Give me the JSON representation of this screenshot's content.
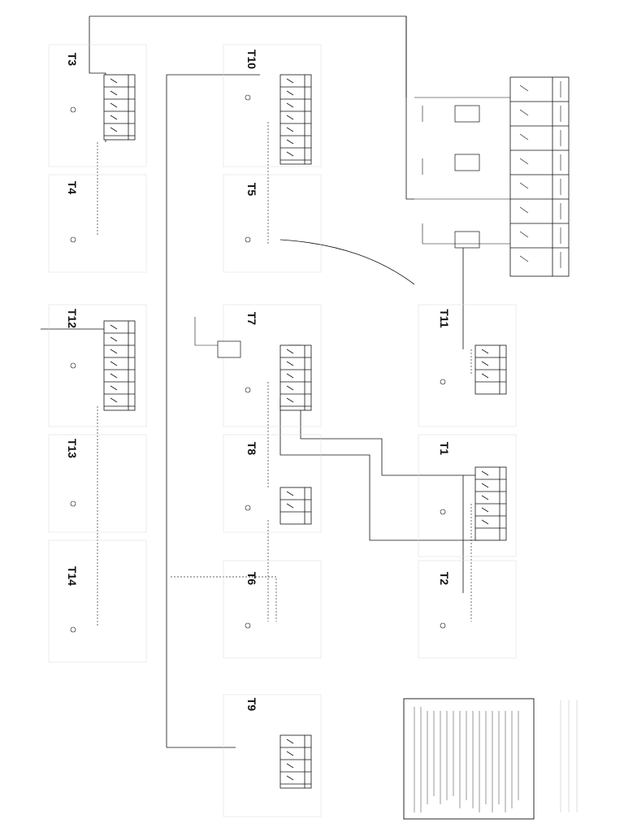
{
  "transformer_labels": [
    {
      "id": "t3",
      "label": "T3"
    },
    {
      "id": "t4",
      "label": "T4"
    },
    {
      "id": "t12",
      "label": "T12"
    },
    {
      "id": "t13",
      "label": "T13"
    },
    {
      "id": "t14",
      "label": "T14"
    },
    {
      "id": "t10",
      "label": "T10"
    },
    {
      "id": "t5",
      "label": "T5"
    },
    {
      "id": "t7",
      "label": "T7"
    },
    {
      "id": "t8",
      "label": "T8"
    },
    {
      "id": "t6",
      "label": "T6"
    },
    {
      "id": "t9",
      "label": "T9"
    },
    {
      "id": "t11",
      "label": "T11"
    },
    {
      "id": "t1",
      "label": "T1"
    },
    {
      "id": "t2",
      "label": "T2"
    }
  ],
  "colors": {
    "line": "#111111",
    "panel_fill": "#ffffff",
    "grid": "#cfcfcf",
    "dashed": "#333333"
  }
}
